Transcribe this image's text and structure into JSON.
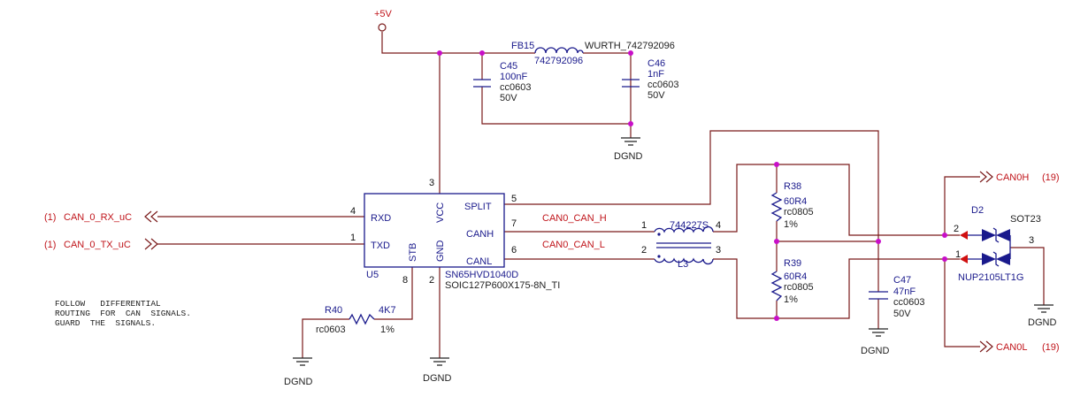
{
  "power": {
    "vcc_label": "+5V"
  },
  "ferrite": {
    "ref": "FB15",
    "part": "WURTH_742792096",
    "value": "742792096"
  },
  "c45": {
    "ref": "C45",
    "value": "100nF",
    "package": "cc0603",
    "voltage": "50V"
  },
  "c46": {
    "ref": "C46",
    "value": "1nF",
    "package": "cc0603",
    "voltage": "50V"
  },
  "c47": {
    "ref": "C47",
    "value": "47nF",
    "package": "cc0603",
    "voltage": "50V"
  },
  "ground_label": "DGND",
  "u5": {
    "ref": "U5",
    "part": "SN65HVD1040D",
    "footprint": "SOIC127P600X175-8N_TI",
    "pins": {
      "rxd": {
        "name": "RXD",
        "num": "4"
      },
      "txd": {
        "name": "TXD",
        "num": "1"
      },
      "vcc": {
        "name": "VCC",
        "num": "3"
      },
      "stb": {
        "name": "STB",
        "num": "8"
      },
      "gnd": {
        "name": "GND",
        "num": "2"
      },
      "split": {
        "name": "SPLIT",
        "num": "5"
      },
      "canh": {
        "name": "CANH",
        "num": "7"
      },
      "canl": {
        "name": "CANL",
        "num": "6"
      }
    }
  },
  "ports": {
    "rx": {
      "sheet": "(1)",
      "name": "CAN_0_RX_uC"
    },
    "tx": {
      "sheet": "(1)",
      "name": "CAN_0_TX_uC"
    },
    "canh_out": {
      "name": "CAN0H",
      "sheet": "(19)"
    },
    "canl_out": {
      "name": "CAN0L",
      "sheet": "(19)"
    }
  },
  "nets": {
    "can_h": "CAN0_CAN_H",
    "can_l": "CAN0_CAN_L"
  },
  "r40": {
    "ref": "R40",
    "value": "4K7",
    "package": "rc0603",
    "tolerance": "1%"
  },
  "r38": {
    "ref": "R38",
    "value": "60R4",
    "package": "rc0805",
    "tolerance": "1%"
  },
  "r39": {
    "ref": "R39",
    "value": "60R4",
    "package": "rc0805",
    "tolerance": "1%"
  },
  "l3": {
    "ref": "L3",
    "value": "744227S",
    "pins": [
      "1",
      "4",
      "2",
      "3"
    ]
  },
  "d2": {
    "ref": "D2",
    "package": "SOT23",
    "part": "NUP2105LT1G",
    "pins": [
      "2",
      "1",
      "3"
    ]
  },
  "note": {
    "line1": "FOLLOW   DIFFERENTIAL",
    "line2": "ROUTING  FOR  CAN  SIGNALS.",
    "line3": "GUARD  THE  SIGNALS."
  }
}
